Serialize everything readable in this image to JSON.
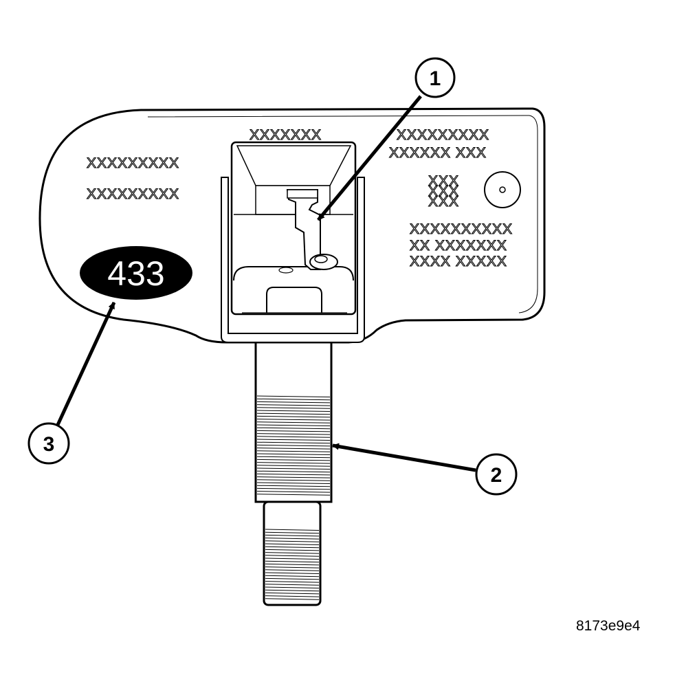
{
  "diagram": {
    "frequency_badge": "433",
    "figure_id": "8173e9e4",
    "callouts": [
      {
        "number": "1"
      },
      {
        "number": "2"
      },
      {
        "number": "3"
      }
    ],
    "housing_markings": {
      "left_line_1": "XXXXXXXXX",
      "left_line_2": "XXXXXXXXX",
      "top_center": "XXXXXXX",
      "right_line_1": "XXXXXXXXX",
      "right_line_2": "XXXXXX XXX",
      "grid_line_1": "XXX",
      "grid_line_2": "XXX",
      "grid_line_3": "XXX",
      "lower_right_1": "XXXXXXXXXX",
      "lower_right_2": "XX XXXXXXX",
      "lower_right_3": "XXXX XXXXX"
    }
  }
}
